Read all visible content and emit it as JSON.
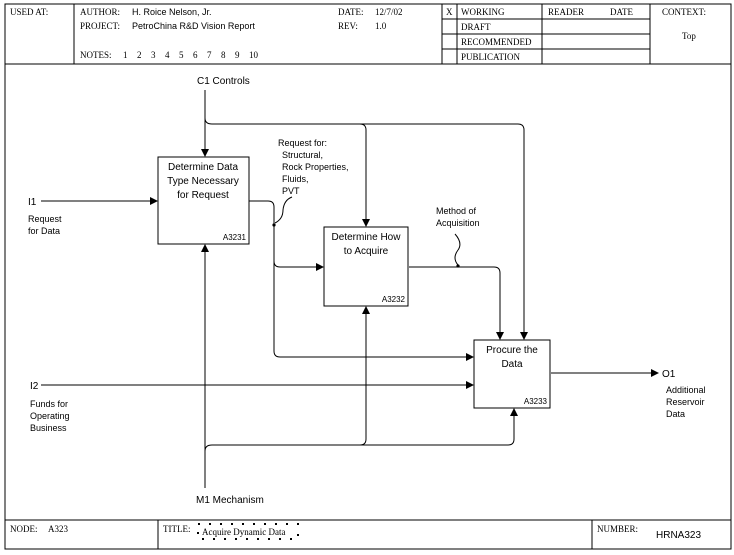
{
  "header": {
    "used_at_label": "USED AT:",
    "author_label": "AUTHOR:",
    "author": "H. Roice Nelson, Jr.",
    "project_label": "PROJECT:",
    "project": "PetroChina R&D Vision Report",
    "date_label": "DATE:",
    "date": "12/7/02",
    "rev_label": "REV:",
    "rev": "1.0",
    "notes_label": "NOTES:",
    "notes": [
      "1",
      "2",
      "3",
      "4",
      "5",
      "6",
      "7",
      "8",
      "9",
      "10"
    ],
    "status_mark": "X",
    "status": [
      "WORKING",
      "DRAFT",
      "RECOMMENDED",
      "PUBLICATION"
    ],
    "reader_label": "READER",
    "reader_date_label": "DATE",
    "context_label": "CONTEXT:",
    "context_value": "Top"
  },
  "diagram": {
    "controls_label": "C1  Controls",
    "mechanism_label": "M1  Mechanism",
    "i1_label": "I1",
    "i1_desc": [
      "Request",
      "for Data"
    ],
    "i2_label": "I2",
    "i2_desc": [
      "Funds for",
      "Operating",
      "Business"
    ],
    "o1_label": "O1",
    "o1_desc": [
      "Additional",
      "Reservoir",
      "Data"
    ],
    "note_request": [
      "Request for:",
      "Structural,",
      "Rock Properties,",
      "Fluids,",
      "PVT"
    ],
    "note_method": [
      "Method of",
      "Acquisition"
    ],
    "boxes": [
      {
        "title": [
          "Determine Data",
          "Type Necessary",
          "for Request"
        ],
        "id": "A3231"
      },
      {
        "title": [
          "Determine How",
          "to Acquire"
        ],
        "id": "A3232"
      },
      {
        "title": [
          "Procure the",
          "Data"
        ],
        "id": "A3233"
      }
    ]
  },
  "footer": {
    "node_label": "NODE:",
    "node": "A323",
    "title_label": "TITLE:",
    "title": "Acquire Dynamic Data",
    "number_label": "NUMBER:",
    "number": "HRNA323"
  }
}
